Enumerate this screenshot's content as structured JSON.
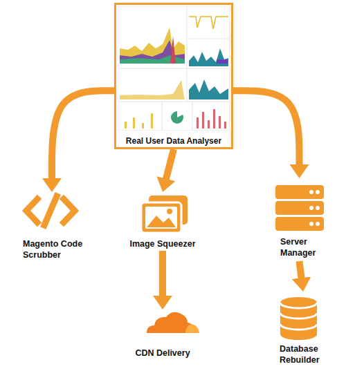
{
  "diagram": {
    "nodes": [
      {
        "text": [
          "Real User Data Analyser"
        ]
      },
      {
        "text": [
          "Magento Code Scrubber"
        ]
      },
      {
        "text": [
          "Image Squeezer"
        ]
      },
      {
        "text": [
          "CDN Delivery"
        ]
      },
      {
        "text": [
          "Server Manager"
        ]
      },
      {
        "text": [
          "Database Rebuilder"
        ]
      }
    ],
    "edges": [
      {
        "from": 0,
        "to": 1,
        "arrow": "to"
      },
      {
        "from": 0,
        "to": 2,
        "arrow": "to"
      },
      {
        "from": 0,
        "to": 4,
        "arrow": "to"
      },
      {
        "from": 2,
        "to": 3,
        "arrow": "to"
      },
      {
        "from": 4,
        "to": 5,
        "arrow": "to"
      }
    ]
  }
}
